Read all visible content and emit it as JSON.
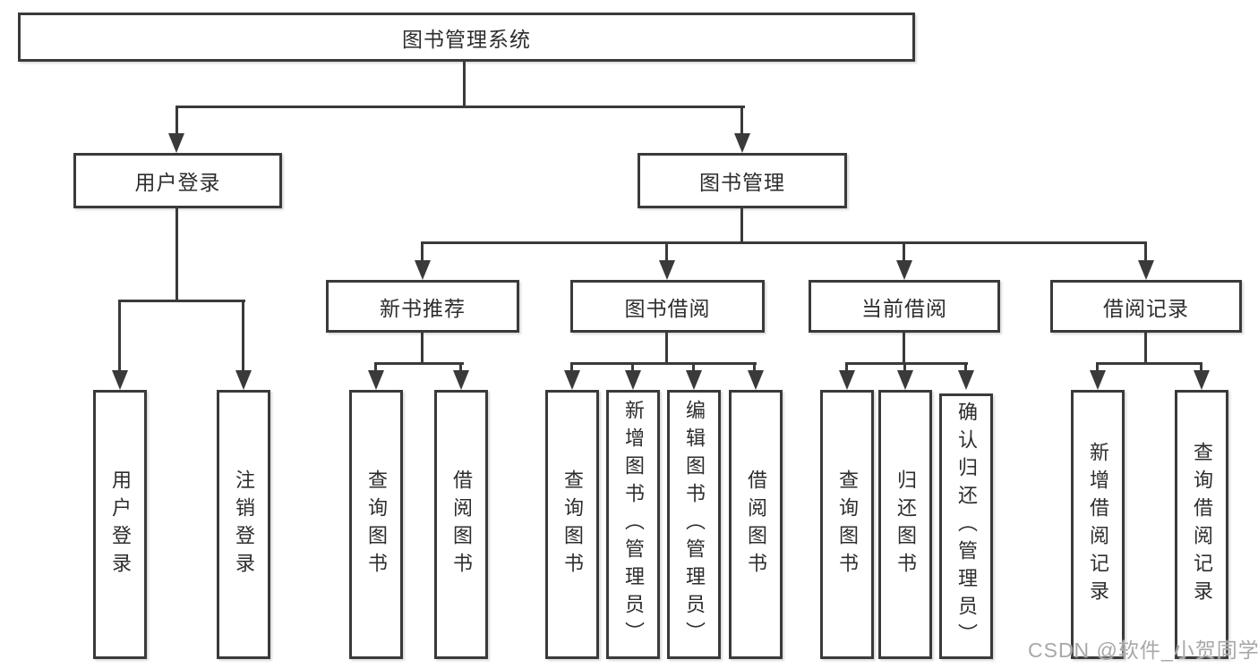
{
  "diagram": {
    "title": "图书管理系统",
    "colors": {
      "line": "#3a3a3a",
      "border": "#3a3a3a",
      "text": "#2d2d2d",
      "background": "#ffffff",
      "watermark": "#a8a8a8"
    },
    "root": {
      "label": "图书管理系统"
    },
    "level2": [
      {
        "label": "用户登录"
      },
      {
        "label": "图书管理"
      }
    ],
    "level3": [
      {
        "label": "新书推荐"
      },
      {
        "label": "图书借阅"
      },
      {
        "label": "当前借阅"
      },
      {
        "label": "借阅记录"
      }
    ],
    "level4": [
      {
        "parent": "用户登录",
        "label": "用户登录"
      },
      {
        "parent": "用户登录",
        "label": "注销登录"
      },
      {
        "parent": "新书推荐",
        "label": "查询图书"
      },
      {
        "parent": "新书推荐",
        "label": "借阅图书"
      },
      {
        "parent": "图书借阅",
        "label": "查询图书"
      },
      {
        "parent": "图书借阅",
        "label": "新增图书（管理员）"
      },
      {
        "parent": "图书借阅",
        "label": "编辑图书（管理员）"
      },
      {
        "parent": "图书借阅",
        "label": "借阅图书"
      },
      {
        "parent": "当前借阅",
        "label": "查询图书"
      },
      {
        "parent": "当前借阅",
        "label": "归还图书"
      },
      {
        "parent": "当前借阅",
        "label": "确认归还（管理员）"
      },
      {
        "parent": "借阅记录",
        "label": "新增借阅记录"
      },
      {
        "parent": "借阅记录",
        "label": "查询借阅记录"
      }
    ],
    "watermark": "CSDN @软件_小贺同学"
  }
}
